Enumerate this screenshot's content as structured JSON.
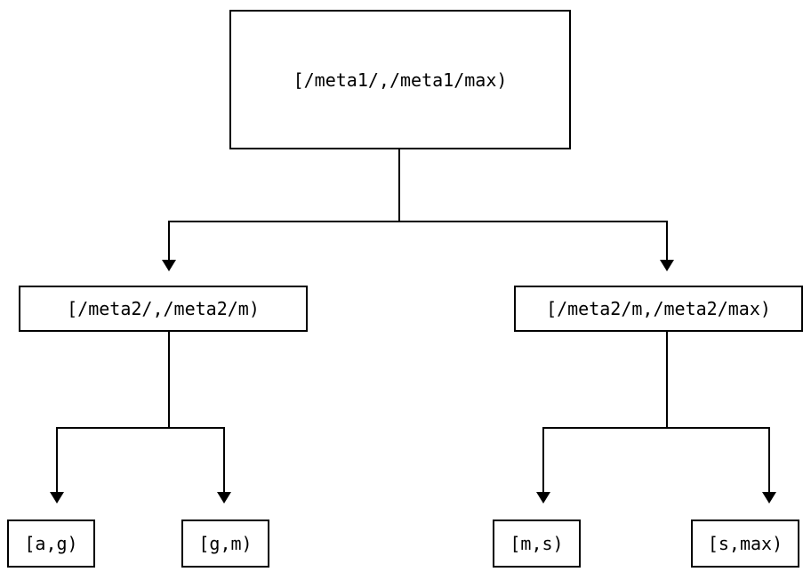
{
  "diagram": {
    "type": "tree",
    "orientation": "top-down",
    "title": "",
    "line_color": "#000000",
    "box_fill": "#ffffff",
    "text_color": "#000000",
    "nodes": {
      "root": {
        "label": "[/meta1/,/meta1/max)",
        "level": 0
      },
      "mid": [
        {
          "label": "[/meta2/,/meta2/m)",
          "level": 1
        },
        {
          "label": "[/meta2/m,/meta2/max)",
          "level": 1
        }
      ],
      "leaves": [
        {
          "label": "[a,g)",
          "level": 2
        },
        {
          "label": "[g,m)",
          "level": 2
        },
        {
          "label": "[m,s)",
          "level": 2
        },
        {
          "label": "[s,max)",
          "level": 2
        }
      ]
    },
    "edges": [
      {
        "from": "[/meta1/,/meta1/max)",
        "to": "[/meta2/,/meta2/m)",
        "arrow": "down"
      },
      {
        "from": "[/meta1/,/meta1/max)",
        "to": "[/meta2/m,/meta2/max)",
        "arrow": "down"
      },
      {
        "from": "[/meta2/,/meta2/m)",
        "to": "[a,g)",
        "arrow": "down"
      },
      {
        "from": "[/meta2/,/meta2/m)",
        "to": "[g,m)",
        "arrow": "down"
      },
      {
        "from": "[/meta2/m,/meta2/max)",
        "to": "[m,s)",
        "arrow": "down"
      },
      {
        "from": "[/meta2/m,/meta2/max)",
        "to": "[s,max)",
        "arrow": "down"
      }
    ]
  }
}
